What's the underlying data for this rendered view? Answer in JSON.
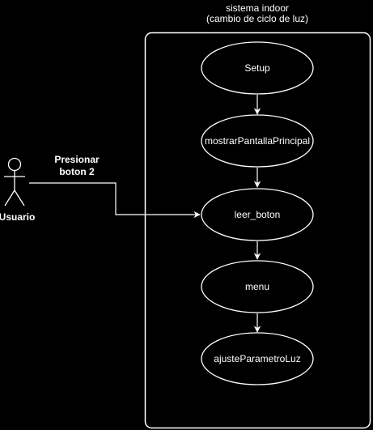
{
  "system": {
    "title_line1": "sistema indoor",
    "title_line2": "(cambio de ciclo de luz)"
  },
  "actor": {
    "name": "Usuario"
  },
  "interaction": {
    "line1": "Presionar",
    "line2": "boton 2"
  },
  "use_cases": [
    {
      "label": "Setup"
    },
    {
      "label": "mostrarPantallaPrincipal"
    },
    {
      "label": "leer_boton"
    },
    {
      "label": "menu"
    },
    {
      "label": "ajusteParametroLuz"
    }
  ],
  "colors": {
    "background": "#000000",
    "stroke": "#ffffff",
    "text": "#ffffff"
  }
}
